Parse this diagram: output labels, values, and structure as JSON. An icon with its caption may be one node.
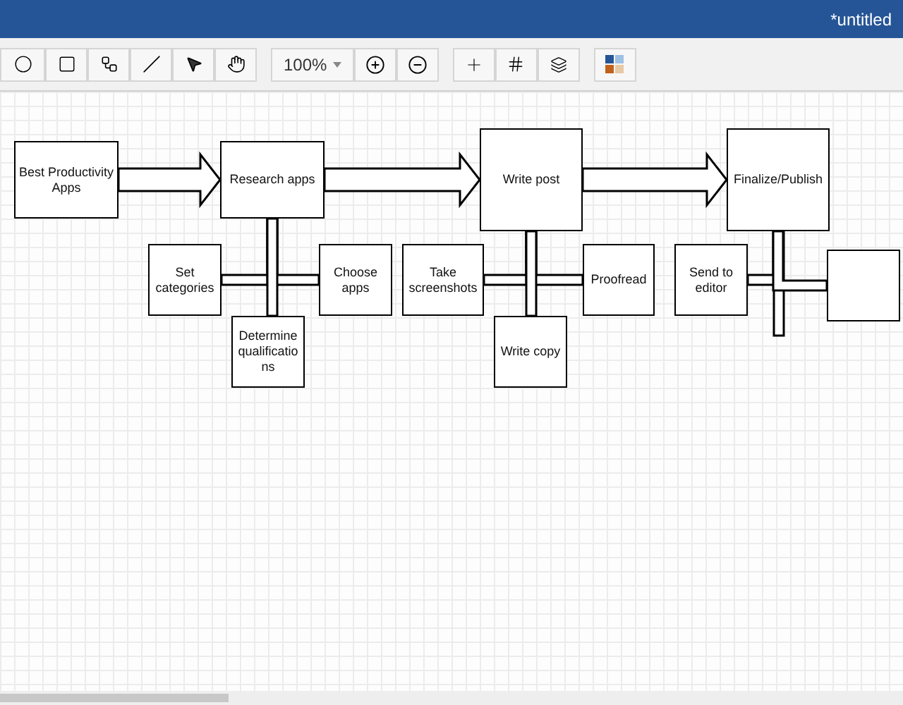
{
  "diagram": {
    "nodes": [
      {
        "text": [
          "Best Productivity Apps"
        ]
      },
      {
        "text": [
          "Research apps"
        ]
      },
      {
        "text": [
          "Set categories"
        ]
      },
      {
        "text": [
          "Choose apps"
        ]
      },
      {
        "text": [
          "Determine qualifications"
        ]
      },
      {
        "text": [
          "Write post"
        ]
      },
      {
        "text": [
          "Take screenshots"
        ]
      },
      {
        "text": [
          "Proofread"
        ]
      },
      {
        "text": [
          "Write copy"
        ]
      },
      {
        "text": [
          "Finalize/Publish"
        ]
      },
      {
        "text": [
          "Send to editor"
        ]
      },
      {
        "text": [],
        "shape": "box"
      }
    ],
    "edges": [
      {
        "from": 0,
        "to": 1,
        "arrow": "to",
        "style": "thick"
      },
      {
        "from": 1,
        "to": 5,
        "arrow": "to",
        "style": "thick"
      },
      {
        "from": 5,
        "to": 9,
        "arrow": "to",
        "style": "thick"
      },
      {
        "from": 1,
        "to": 2,
        "arrow": "none",
        "style": "thick"
      },
      {
        "from": 1,
        "to": 3,
        "arrow": "none",
        "style": "thick"
      },
      {
        "from": 1,
        "to": 4,
        "arrow": "none",
        "style": "thick"
      },
      {
        "from": 5,
        "to": 6,
        "arrow": "none",
        "style": "thick"
      },
      {
        "from": 5,
        "to": 7,
        "arrow": "none",
        "style": "thick"
      },
      {
        "from": 5,
        "to": 8,
        "arrow": "none",
        "style": "thick"
      },
      {
        "from": 9,
        "to": 10,
        "arrow": "none",
        "style": "thick"
      },
      {
        "from": 9,
        "to": 11,
        "arrow": "none",
        "style": "thick"
      }
    ],
    "labels": [
      "*untitled",
      "100%"
    ]
  }
}
